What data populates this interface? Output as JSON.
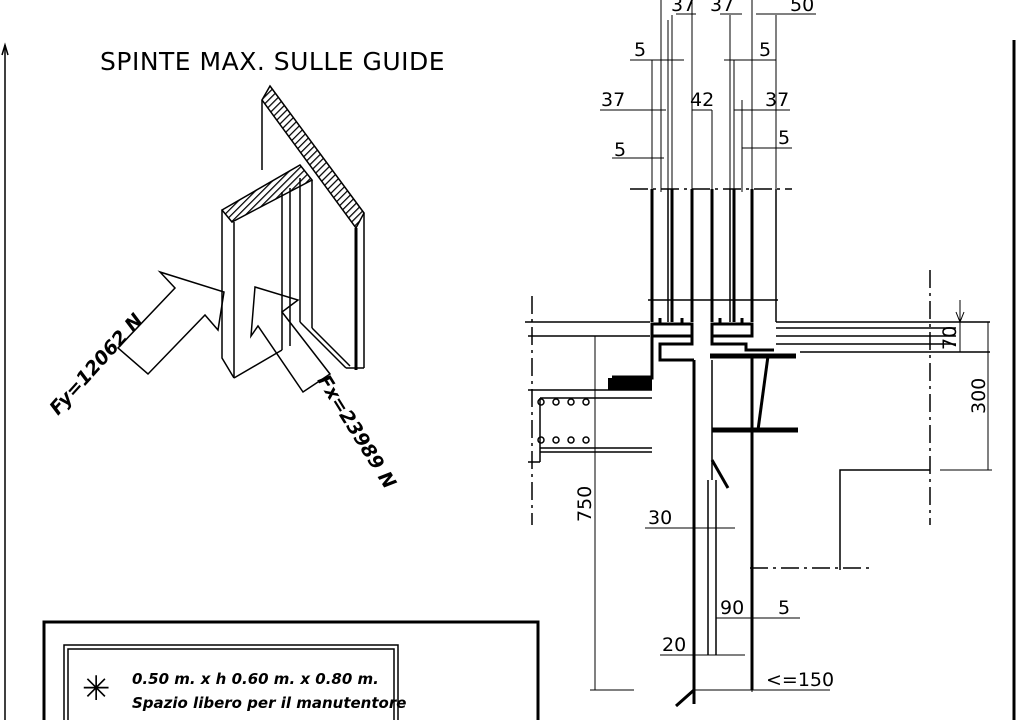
{
  "title": "SPINTE MAX. SULLE GUIDE",
  "forces": {
    "fy": "Fy=12062 N",
    "fx": "Fx=23989 N"
  },
  "dimensions": {
    "d37a": "37",
    "d37b": "37",
    "d50": "50",
    "d5a": "5",
    "d5b": "5",
    "d37c": "37",
    "d42": "42",
    "d37d": "37",
    "d5c": "5",
    "d5d": "5",
    "d70": "70",
    "d300": "300",
    "d750": "750",
    "d30": "30",
    "d90": "90",
    "d5e": "5",
    "d20": "20",
    "d150": "<=150"
  },
  "legend": {
    "symbol": "✳",
    "line1": "0.50 m. x h 0.60 m. x 0.80 m.",
    "line2": "Spazio libero per il manutentore"
  }
}
